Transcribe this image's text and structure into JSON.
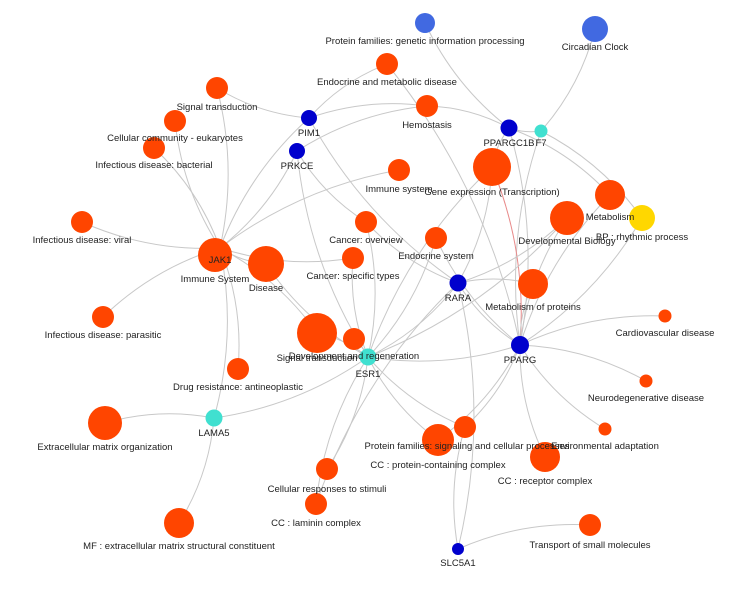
{
  "colors": {
    "pathway": "#ff4500",
    "gene": "#0000cd",
    "target": "#40e0d0",
    "go_term": "#4169e1",
    "clock": "#ffd700",
    "edge": "#c8c8c8",
    "edge_highlight": "#e88a8a"
  },
  "nodes": [
    {
      "id": "protein-families-genetic-information-processing",
      "label": "Protein families: genetic information processing",
      "kind": "go_term",
      "size": "small"
    },
    {
      "id": "circadian-clock",
      "label": "Circadian Clock",
      "kind": "go_term",
      "size": "medium"
    },
    {
      "id": "endocrine-and-metabolic-disease",
      "label": "Endocrine and metabolic disease",
      "kind": "pathway",
      "size": "small"
    },
    {
      "id": "signal-transduction",
      "label": "Signal transduction",
      "kind": "pathway",
      "size": "small"
    },
    {
      "id": "pim1",
      "label": "PIM1",
      "kind": "gene",
      "size": "small"
    },
    {
      "id": "hemostasis",
      "label": "Hemostasis",
      "kind": "pathway",
      "size": "small"
    },
    {
      "id": "ppargc1b",
      "label": "PPARGC1B",
      "kind": "gene",
      "size": "small"
    },
    {
      "id": "f7",
      "label": "F7",
      "kind": "target",
      "size": "tiny"
    },
    {
      "id": "cellular-community-eukaryotes",
      "label": "Cellular community - eukaryotes",
      "kind": "pathway",
      "size": "small"
    },
    {
      "id": "prkce",
      "label": "PRKCE",
      "kind": "gene",
      "size": "small"
    },
    {
      "id": "infectious-disease-bacterial",
      "label": "Infectious disease: bacterial",
      "kind": "pathway",
      "size": "small"
    },
    {
      "id": "immune-system-small",
      "label": "Immune system",
      "kind": "pathway",
      "size": "small"
    },
    {
      "id": "gene-expression-transcription",
      "label": "Gene expression (Transcription)",
      "kind": "pathway",
      "size": "large"
    },
    {
      "id": "metabolism",
      "label": "Metabolism",
      "kind": "pathway",
      "size": "medium"
    },
    {
      "id": "bp-rhythmic-process",
      "label": "BP : rhythmic process",
      "kind": "clock",
      "size": "medium"
    },
    {
      "id": "infectious-disease-viral",
      "label": "Infectious disease: viral",
      "kind": "pathway",
      "size": "small"
    },
    {
      "id": "cancer-overview",
      "label": "Cancer: overview",
      "kind": "pathway",
      "size": "small"
    },
    {
      "id": "developmental-biology",
      "label": "Developmental Biology",
      "kind": "pathway",
      "size": "large"
    },
    {
      "id": "jak1",
      "label": "JAK1",
      "kind": "target",
      "size": "tiny"
    },
    {
      "id": "immune-system",
      "label": "Immune System",
      "kind": "pathway",
      "size": "large"
    },
    {
      "id": "disease",
      "label": "Disease",
      "kind": "pathway",
      "size": "large"
    },
    {
      "id": "endocrine-system",
      "label": "Endocrine system",
      "kind": "pathway",
      "size": "small"
    },
    {
      "id": "cancer-specific-types",
      "label": "Cancer: specific types",
      "kind": "pathway",
      "size": "small"
    },
    {
      "id": "rara",
      "label": "RARA",
      "kind": "gene",
      "size": "small"
    },
    {
      "id": "metabolism-of-proteins",
      "label": "Metabolism of proteins",
      "kind": "pathway",
      "size": "medium"
    },
    {
      "id": "infectious-disease-parasitic",
      "label": "Infectious disease: parasitic",
      "kind": "pathway",
      "size": "small"
    },
    {
      "id": "cardiovascular-disease",
      "label": "Cardiovascular disease",
      "kind": "pathway",
      "size": "tiny"
    },
    {
      "id": "signal-transduction-2",
      "label": "Signal transduction",
      "kind": "pathway",
      "size": "large"
    },
    {
      "id": "development-and-regeneration",
      "label": "Development and regeneration",
      "kind": "pathway",
      "size": "small"
    },
    {
      "id": "esr1",
      "label": "ESR1",
      "kind": "target",
      "size": "small"
    },
    {
      "id": "pparg",
      "label": "PPARG",
      "kind": "gene",
      "size": "small"
    },
    {
      "id": "drug-resistance-antineoplastic",
      "label": "Drug resistance: antineoplastic",
      "kind": "pathway",
      "size": "small"
    },
    {
      "id": "neurodegenerative-disease",
      "label": "Neurodegenerative disease",
      "kind": "pathway",
      "size": "tiny"
    },
    {
      "id": "extracellular-matrix-organization",
      "label": "Extracellular matrix organization",
      "kind": "pathway",
      "size": "large"
    },
    {
      "id": "lama5",
      "label": "LAMA5",
      "kind": "target",
      "size": "small"
    },
    {
      "id": "environmental-adaptation",
      "label": "Environmental adaptation",
      "kind": "pathway",
      "size": "tiny"
    },
    {
      "id": "protein-families-signaling-and-cellular-processes",
      "label": "Protein families: signaling and cellular processes",
      "kind": "pathway",
      "size": "medium"
    },
    {
      "id": "cc-protein-containing-complex",
      "label": "CC : protein-containing complex",
      "kind": "pathway",
      "size": "small"
    },
    {
      "id": "cc-receptor-complex",
      "label": "CC : receptor complex",
      "kind": "pathway",
      "size": "medium"
    },
    {
      "id": "cellular-responses-to-stimuli",
      "label": "Cellular responses to stimuli",
      "kind": "pathway",
      "size": "small"
    },
    {
      "id": "cc-laminin-complex",
      "label": "CC : laminin complex",
      "kind": "pathway",
      "size": "small"
    },
    {
      "id": "mf-extracellular-matrix-structural-constituent",
      "label": "MF : extracellular matrix structural constituent",
      "kind": "pathway",
      "size": "medium"
    },
    {
      "id": "transport-of-small-molecules",
      "label": "Transport of small molecules",
      "kind": "pathway",
      "size": "small"
    },
    {
      "id": "slc5a1",
      "label": "SLC5A1",
      "kind": "gene",
      "size": "tiny"
    }
  ],
  "edges": [
    [
      "protein-families-genetic-information-processing",
      "ppargc1b"
    ],
    [
      "circadian-clock",
      "f7"
    ],
    [
      "endocrine-and-metabolic-disease",
      "pim1"
    ],
    [
      "endocrine-and-metabolic-disease",
      "pparg"
    ],
    [
      "signal-transduction",
      "pim1"
    ],
    [
      "signal-transduction",
      "jak1"
    ],
    [
      "pim1",
      "jak1"
    ],
    [
      "pim1",
      "hemostasis"
    ],
    [
      "pim1",
      "rara"
    ],
    [
      "hemostasis",
      "ppargc1b"
    ],
    [
      "ppargc1b",
      "f7"
    ],
    [
      "ppargc1b",
      "pparg"
    ],
    [
      "ppargc1b",
      "gene-expression-transcription"
    ],
    [
      "ppargc1b",
      "metabolism"
    ],
    [
      "f7",
      "pparg"
    ],
    [
      "f7",
      "bp-rhythmic-process"
    ],
    [
      "cellular-community-eukaryotes",
      "jak1"
    ],
    [
      "prkce",
      "jak1"
    ],
    [
      "prkce",
      "esr1"
    ],
    [
      "prkce",
      "hemostasis"
    ],
    [
      "prkce",
      "cancer-overview"
    ],
    [
      "infectious-disease-bacterial",
      "jak1"
    ],
    [
      "immune-system-small",
      "jak1"
    ],
    [
      "gene-expression-transcription",
      "rara"
    ],
    [
      "gene-expression-transcription",
      "esr1"
    ],
    [
      "gene-expression-transcription",
      "pparg"
    ],
    [
      "metabolism",
      "pparg"
    ],
    [
      "bp-rhythmic-process",
      "pparg"
    ],
    [
      "infectious-disease-viral",
      "jak1"
    ],
    [
      "cancer-overview",
      "esr1"
    ],
    [
      "cancer-overview",
      "rara"
    ],
    [
      "developmental-biology",
      "rara"
    ],
    [
      "developmental-biology",
      "pparg"
    ],
    [
      "developmental-biology",
      "esr1"
    ],
    [
      "immune-system",
      "jak1"
    ],
    [
      "disease",
      "jak1"
    ],
    [
      "disease",
      "esr1"
    ],
    [
      "endocrine-system",
      "esr1"
    ],
    [
      "endocrine-system",
      "pparg"
    ],
    [
      "cancer-specific-types",
      "jak1"
    ],
    [
      "cancer-specific-types",
      "esr1"
    ],
    [
      "rara",
      "esr1"
    ],
    [
      "rara",
      "pparg"
    ],
    [
      "rara",
      "metabolism-of-proteins"
    ],
    [
      "metabolism-of-proteins",
      "pparg"
    ],
    [
      "infectious-disease-parasitic",
      "jak1"
    ],
    [
      "cardiovascular-disease",
      "pparg"
    ],
    [
      "signal-transduction-2",
      "esr1"
    ],
    [
      "signal-transduction-2",
      "jak1"
    ],
    [
      "development-and-regeneration",
      "esr1"
    ],
    [
      "esr1",
      "pparg"
    ],
    [
      "esr1",
      "lama5"
    ],
    [
      "esr1",
      "protein-families-signaling-and-cellular-processes"
    ],
    [
      "esr1",
      "cellular-responses-to-stimuli"
    ],
    [
      "esr1",
      "cc-protein-containing-complex"
    ],
    [
      "pparg",
      "neurodegenerative-disease"
    ],
    [
      "pparg",
      "environmental-adaptation"
    ],
    [
      "pparg",
      "protein-families-signaling-and-cellular-processes"
    ],
    [
      "pparg",
      "cc-receptor-complex"
    ],
    [
      "pparg",
      "cc-protein-containing-complex"
    ],
    [
      "drug-resistance-antineoplastic",
      "jak1"
    ],
    [
      "extracellular-matrix-organization",
      "lama5"
    ],
    [
      "lama5",
      "jak1"
    ],
    [
      "lama5",
      "mf-extracellular-matrix-structural-constituent"
    ],
    [
      "cc-protein-containing-complex",
      "slc5a1"
    ],
    [
      "cc-laminin-complex",
      "esr1"
    ],
    [
      "transport-of-small-molecules",
      "slc5a1"
    ],
    [
      "rara",
      "slc5a1"
    ],
    [
      "rara",
      "cc-laminin-complex"
    ]
  ],
  "highlight_edges": [
    [
      "gene-expression-transcription",
      "pparg"
    ]
  ]
}
